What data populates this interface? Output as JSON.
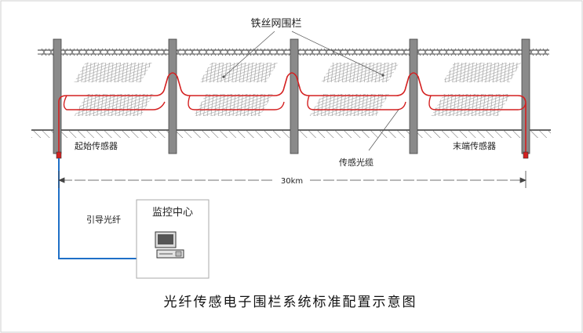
{
  "diagram": {
    "title": "光纤传感电子围栏系统标准配置示意图",
    "labels": {
      "wire_mesh_fence": "铁丝网围栏",
      "start_sensor": "起始传感器",
      "end_sensor": "末端传感器",
      "sensing_cable": "传感光缆",
      "distance": "30km",
      "lead_fiber": "引导光纤",
      "monitor_center": "监控中心"
    },
    "colors": {
      "sensing_cable": "#d42020",
      "lead_fiber": "#1f6fc7",
      "sensor": "#d42020",
      "post": "#8a8a8a"
    },
    "icons": [
      "computer-icon",
      "sensor-icon"
    ]
  }
}
